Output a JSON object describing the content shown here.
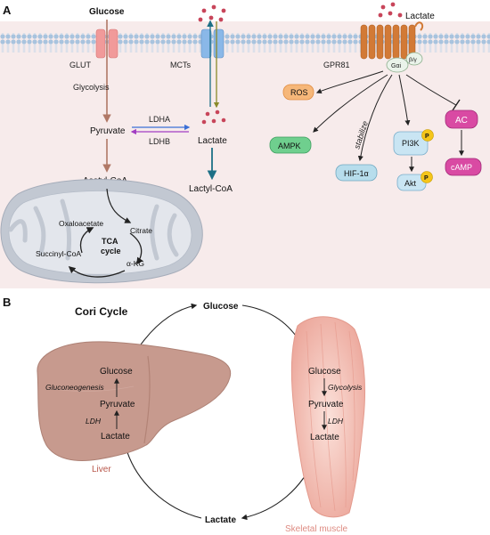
{
  "panel_a": {
    "letter": "A",
    "glucose": "Glucose",
    "glut": "GLUT",
    "mcts": "MCTs",
    "gpr81": "GPR81",
    "lactate_ext": "Lactate",
    "g_alpha_i": "Gαi",
    "beta_gamma": "β/γ",
    "glycolysis": "Glycolysis",
    "pyruvate": "Pyruvate",
    "ldha": "LDHA",
    "ldhb": "LDHB",
    "lactate_int": "Lactate",
    "lactyl_coa": "Lactyl-CoA",
    "acetyl_coa": "Acetyl-CoA",
    "tca": {
      "oxaloacetate": "Oxaloacetate",
      "citrate": "Citrate",
      "cycle_line1": "TCA",
      "cycle_line2": "cycle",
      "succinyl_coa": "Succinyl-CoA",
      "alpha_kg": "α-KG"
    },
    "ros": "ROS",
    "ampk": "AMPK",
    "stabilize": "stabilize",
    "hif": "HIF-1α",
    "pi3k": "PI3K",
    "akt": "Akt",
    "p": "P",
    "ac": "AC",
    "camp": "cAMP"
  },
  "panel_b": {
    "letter": "B",
    "title": "Cori Cycle",
    "glucose_top": "Glucose",
    "lactate_bottom": "Lactate",
    "liver": {
      "glucose": "Glucose",
      "gluconeogenesis": "Gluconeogenesis",
      "pyruvate": "Pyruvate",
      "ldh": "LDH",
      "lactate": "Lactate",
      "label": "Liver"
    },
    "muscle": {
      "glucose": "Glucose",
      "glycolysis": "Glycolysis",
      "pyruvate": "Pyruvate",
      "ldh": "LDH",
      "lactate": "Lactate",
      "label": "Skeletal muscle"
    }
  },
  "colors": {
    "panel_bg": "#f7ebeb",
    "membrane": "#a8c3de",
    "glut": "#f19a9a",
    "mct": "#8ab8e8",
    "gpr81": "#d27a36",
    "lactate_dot": "#c8455a",
    "brown_arrow": "#b07866",
    "teal_arrow": "#1c6f86",
    "ros": "#f3a05a",
    "ampk": "#57c27c",
    "hif": "#9fd2e6",
    "pi3k": "#b5dcf0",
    "phospho": "#f5c518",
    "ac": "#d63a9a",
    "liver": "#c79a8e",
    "muscle": "#f0b7ad",
    "liver_label": "#b8564a",
    "muscle_label": "#de8b82"
  }
}
